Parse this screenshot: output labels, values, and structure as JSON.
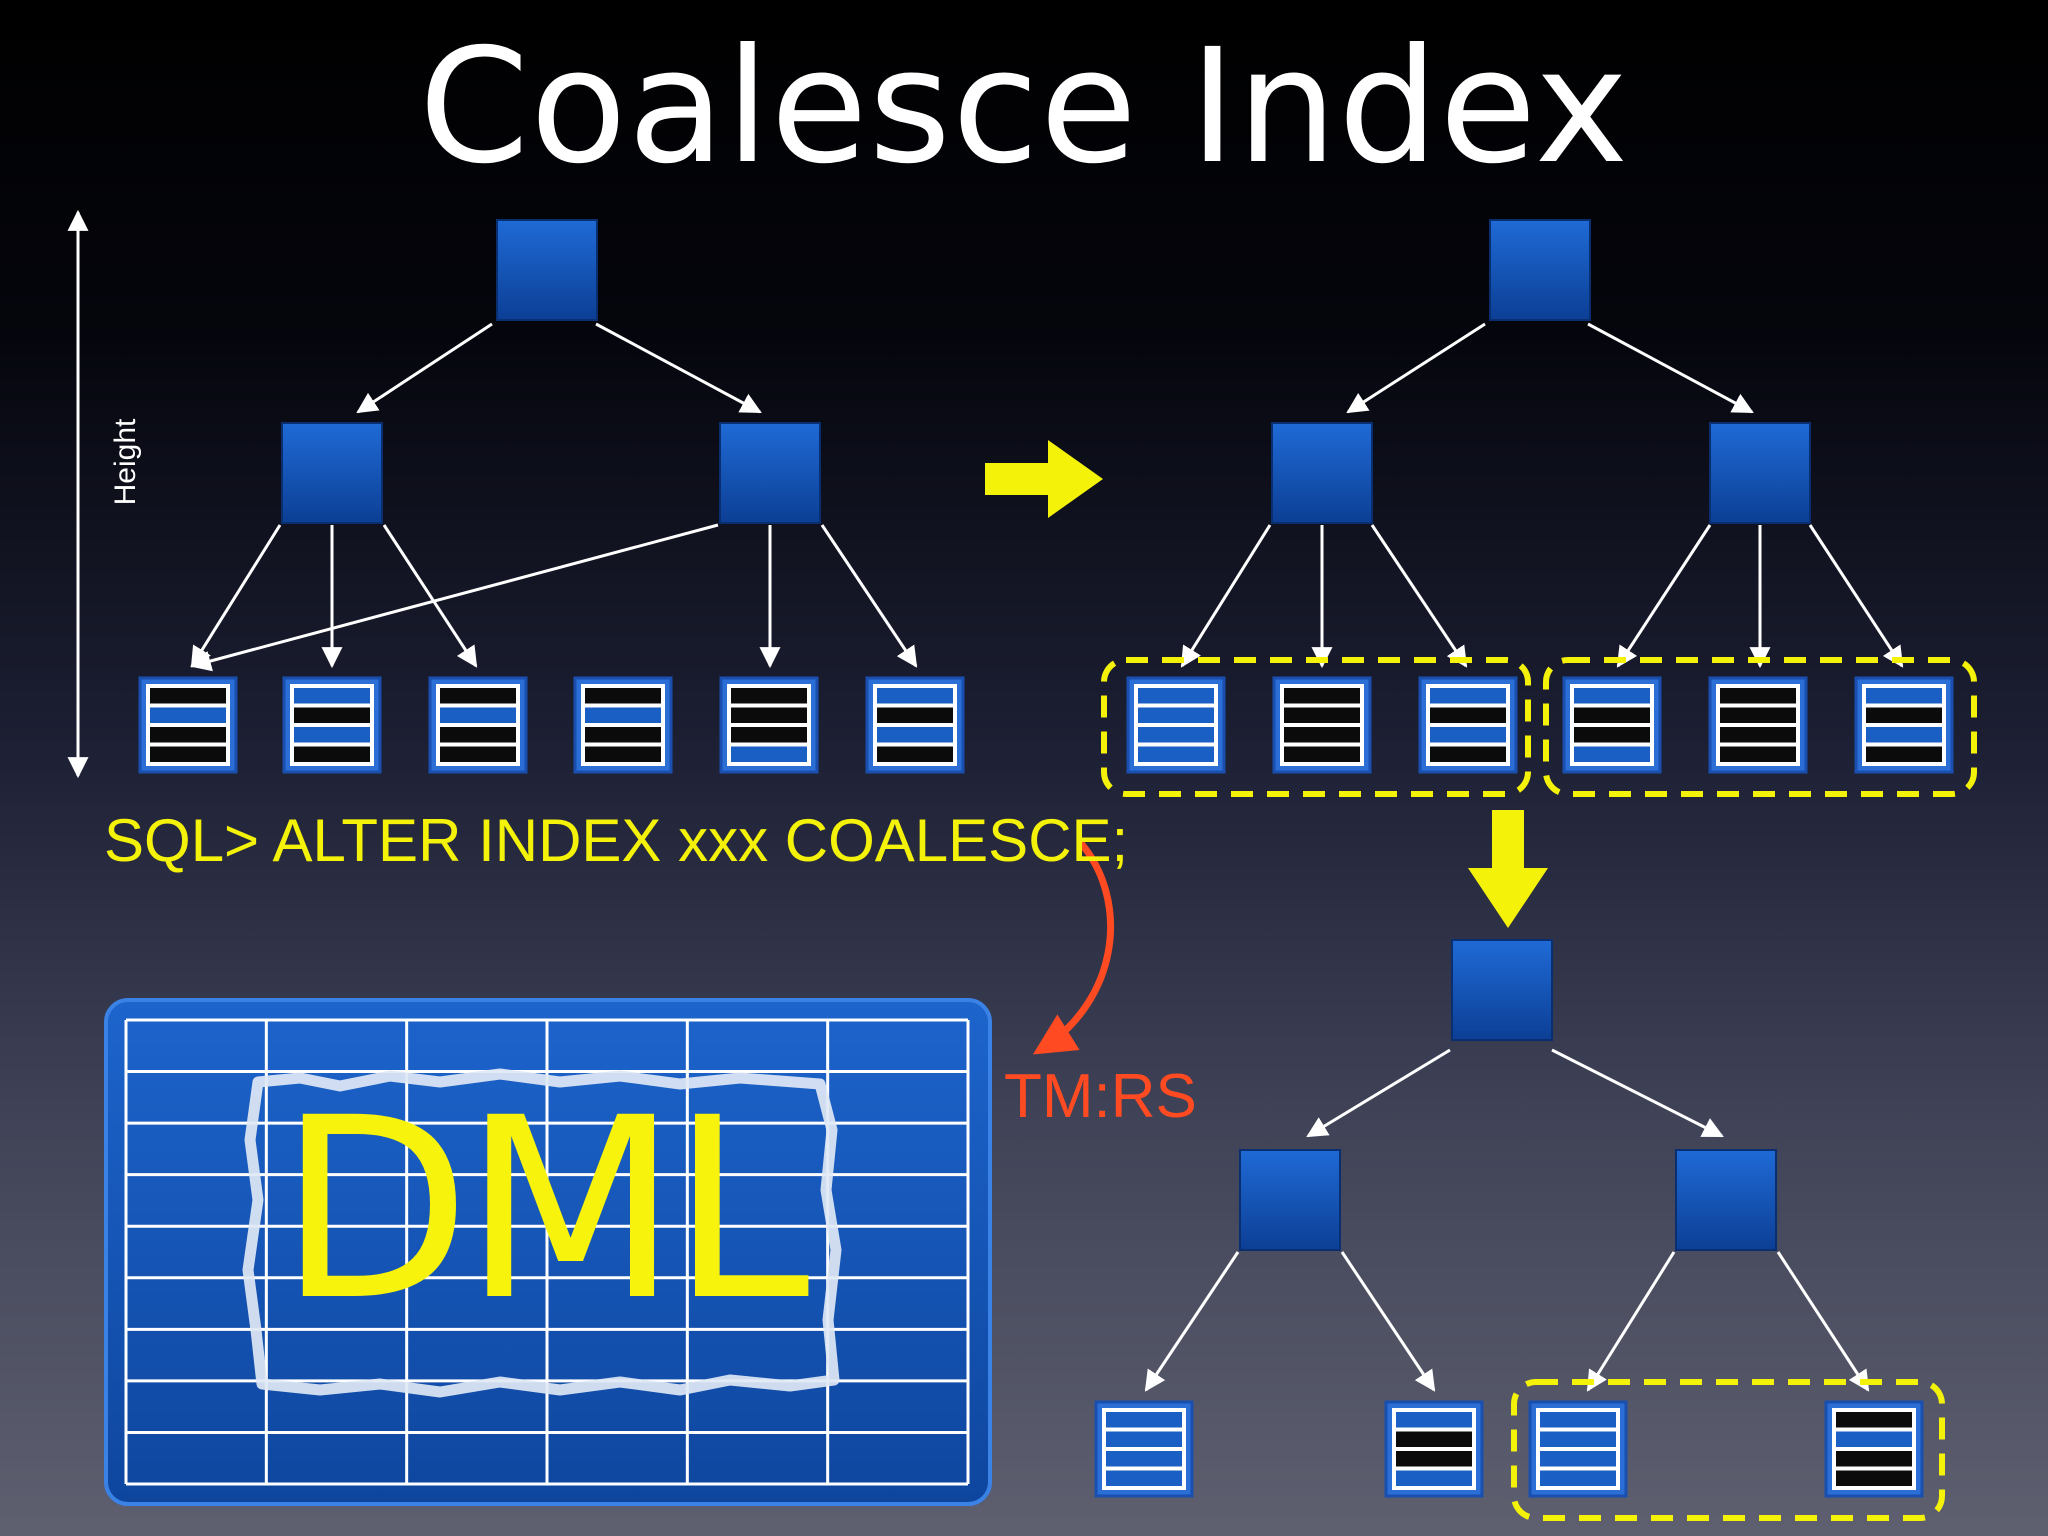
{
  "title": "Coalesce Index",
  "height_label": "Height",
  "sql_command": "SQL> ALTER INDEX xxx COALESCE;",
  "lock_label": "TM:RS",
  "table_label": "DML",
  "colors": {
    "node_blue": "#1357b8",
    "leaf_blue": "#1a5fc4",
    "leaf_black": "#0b0b0b",
    "highlight_yellow": "#f5f20a",
    "lock_red": "#ff4a22",
    "edge_white": "#ffffff"
  },
  "icons": {
    "arrow_right": "yellow-arrow-right-icon",
    "arrow_down": "yellow-arrow-down-icon",
    "curved_arrow": "red-curved-arrow-icon"
  }
}
